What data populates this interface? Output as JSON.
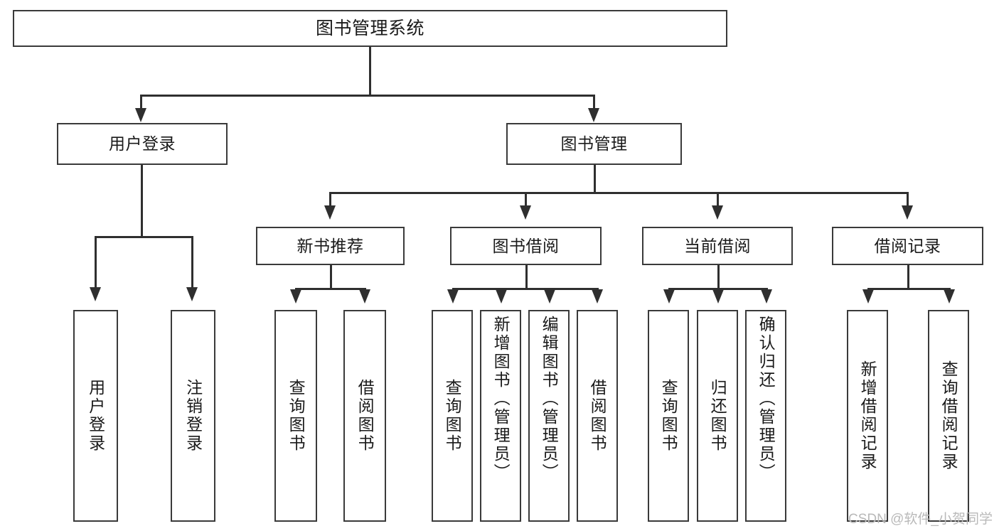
{
  "diagram": {
    "type": "tree-hierarchy",
    "title": "图书管理系统",
    "watermark": "CSDN @软件_小贺同学",
    "colors": {
      "background": "#ffffff",
      "box_border": "#3a3a3a",
      "connector": "#2f2f2f",
      "text": "#1a1a1a",
      "watermark": "#b9b9b9"
    },
    "nodes": {
      "root": {
        "label": "图书管理系统"
      },
      "level2": [
        {
          "id": "user-login",
          "label": "用户登录"
        },
        {
          "id": "book-manage",
          "label": "图书管理"
        }
      ],
      "level3": [
        {
          "id": "new-book-recommend",
          "label": "新书推荐"
        },
        {
          "id": "book-borrow",
          "label": "图书借阅"
        },
        {
          "id": "current-borrow",
          "label": "当前借阅"
        },
        {
          "id": "borrow-record",
          "label": "借阅记录"
        }
      ],
      "leaves": [
        {
          "id": "leaf-user-login",
          "label": "用户登录",
          "parent": "user-login"
        },
        {
          "id": "leaf-logout",
          "label": "注销登录",
          "parent": "user-login"
        },
        {
          "id": "leaf-query-book-1",
          "label": "查询图书",
          "parent": "new-book-recommend"
        },
        {
          "id": "leaf-borrow-book-1",
          "label": "借阅图书",
          "parent": "new-book-recommend"
        },
        {
          "id": "leaf-query-book-2",
          "label": "查询图书",
          "parent": "book-borrow"
        },
        {
          "id": "leaf-add-book",
          "label": "新增图书（管理员）",
          "parent": "book-borrow"
        },
        {
          "id": "leaf-edit-book",
          "label": "编辑图书（管理员）",
          "parent": "book-borrow"
        },
        {
          "id": "leaf-borrow-book-2",
          "label": "借阅图书",
          "parent": "book-borrow"
        },
        {
          "id": "leaf-query-book-3",
          "label": "查询图书",
          "parent": "current-borrow"
        },
        {
          "id": "leaf-return-book",
          "label": "归还图书",
          "parent": "current-borrow"
        },
        {
          "id": "leaf-confirm-return",
          "label": "确认归还（管理员）",
          "parent": "current-borrow"
        },
        {
          "id": "leaf-add-record",
          "label": "新增借阅记录",
          "parent": "borrow-record"
        },
        {
          "id": "leaf-query-record",
          "label": "查询借阅记录",
          "parent": "borrow-record"
        }
      ]
    }
  }
}
